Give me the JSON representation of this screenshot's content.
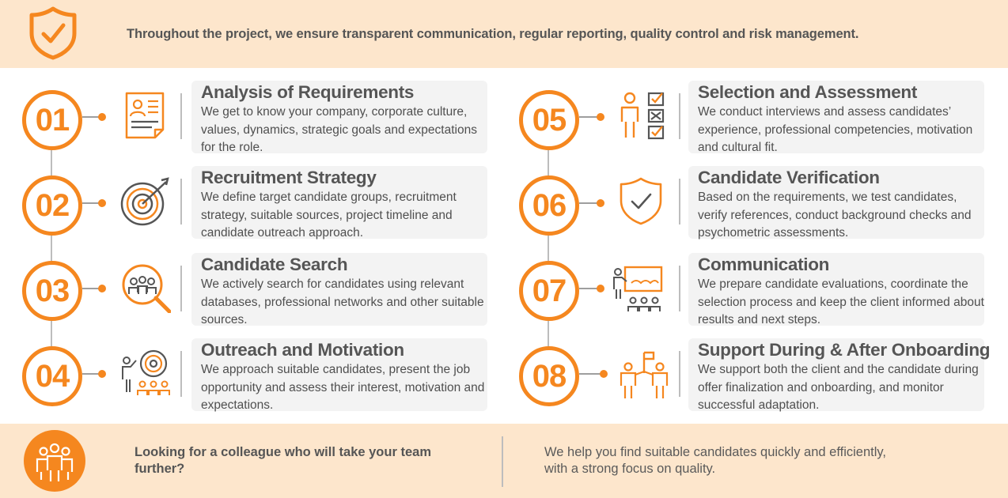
{
  "header": {
    "text": "Throughout the project, we ensure transparent communication, regular reporting, quality control and risk management."
  },
  "steps": [
    {
      "number": "01",
      "title": "Analysis of Requirements",
      "description": "We get to know your company, corporate culture, values, dynamics, strategic goals and expectations for the role.",
      "icon": "resume-document-icon"
    },
    {
      "number": "02",
      "title": "Recruitment Strategy",
      "description": "We define target candidate groups, recruitment strategy, suitable sources, project timeline and candidate outreach approach.",
      "icon": "target-arrow-icon"
    },
    {
      "number": "03",
      "title": "Candidate Search",
      "description": "We actively search for candidates using relevant databases, professional networks and other suitable sources.",
      "icon": "magnifier-people-icon"
    },
    {
      "number": "04",
      "title": "Outreach and Motivation",
      "description": "We approach suitable candidates, present the job opportunity and assess their interest, motivation and expectations.",
      "icon": "presenter-target-icon"
    },
    {
      "number": "05",
      "title": "Selection and Assessment",
      "description": "We conduct interviews and assess candidates’ experience, professional competencies, motivation and cultural fit.",
      "icon": "person-checklist-icon"
    },
    {
      "number": "06",
      "title": "Candidate Verification",
      "description": "Based on the requirements, we test candidates, verify references, conduct background checks and psychometric assessments.",
      "icon": "shield-check-icon"
    },
    {
      "number": "07",
      "title": "Communication",
      "description": "We prepare candidate evaluations, coordinate the selection process and keep the client informed about results and next steps.",
      "icon": "presentation-board-icon"
    },
    {
      "number": "08",
      "title": "Support During & After Onboarding",
      "description": "We support both the client and the candidate during offer finalization and onboarding, and monitor successful adaptation.",
      "icon": "team-flag-icon"
    }
  ],
  "footer": {
    "left_text": "Looking for a colleague who will take your team further?",
    "right_text": "We help you find suitable candidates quickly and efficiently, with a strong focus on quality."
  },
  "colors": {
    "accent": "#f5871f",
    "band": "#fde6cc",
    "card": "#f3f3f3",
    "text": "#555555"
  }
}
